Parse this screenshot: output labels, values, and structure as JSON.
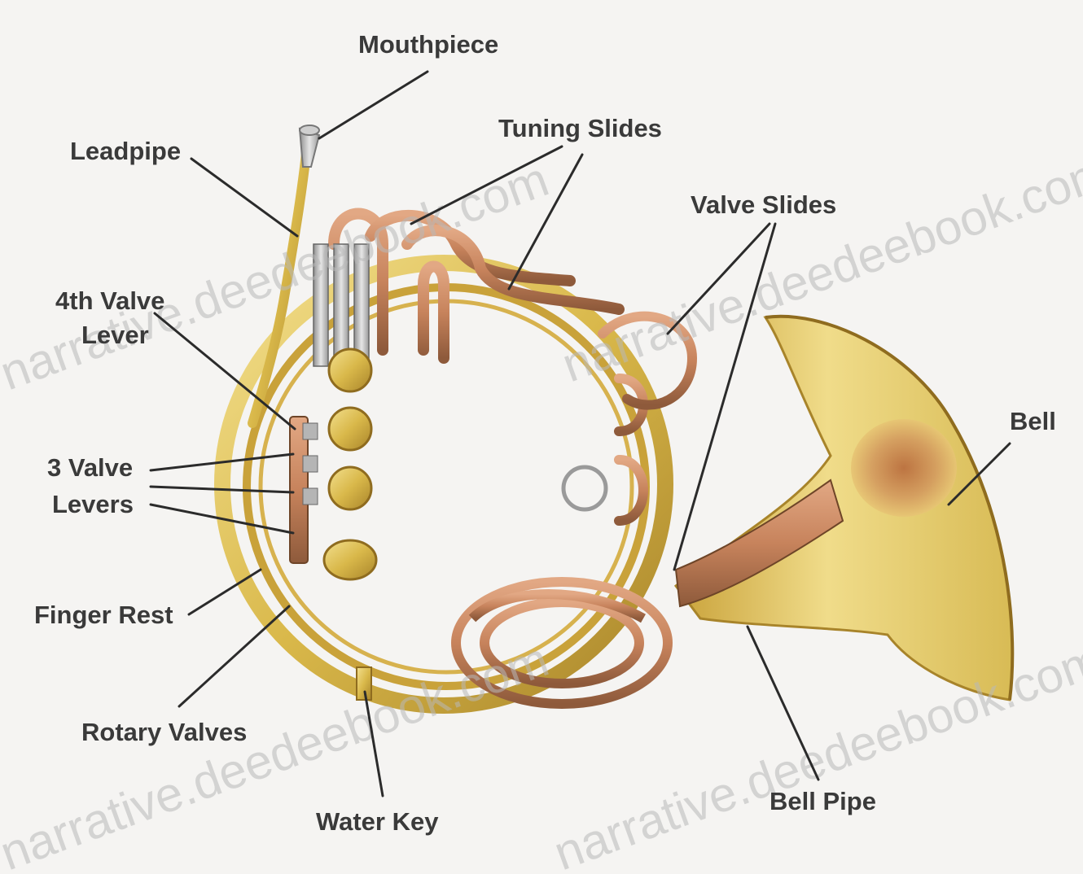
{
  "labels": {
    "mouthpiece": "Mouthpiece",
    "leadpipe": "Leadpipe",
    "tuning_slides": "Tuning Slides",
    "valve_slides": "Valve Slides",
    "fourth_valve_lever_line1": "4th Valve",
    "fourth_valve_lever_line2": "Lever",
    "three_valve_levers_line1": "3 Valve",
    "three_valve_levers_line2": "Levers",
    "finger_rest": "Finger Rest",
    "rotary_valves": "Rotary Valves",
    "water_key": "Water Key",
    "bell_pipe": "Bell Pipe",
    "bell": "Bell"
  },
  "watermark": "narrative.deedeebook.com",
  "colors": {
    "background": "#f5f4f2",
    "brass": "#d9b84a",
    "brass_dark": "#a8842a",
    "brass_light": "#f1dc86",
    "copper": "#c7835c",
    "copper_dark": "#8e5a3b",
    "silver": "#b8b8b8",
    "label_text": "#3a3a3a",
    "leader_line": "#2b2b2b"
  }
}
